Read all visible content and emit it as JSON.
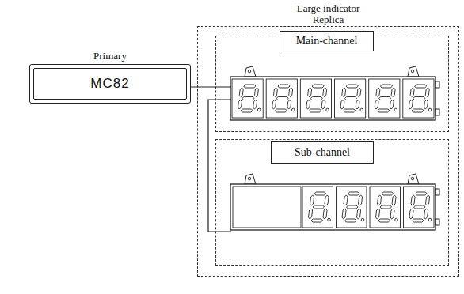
{
  "diagram": {
    "nodes": [
      {
        "text": [
          "Primary",
          "MC82"
        ]
      },
      {
        "text": [
          "Large indicator Replica"
        ]
      },
      {
        "text": [
          "Main-channel"
        ],
        "in": 1
      },
      {
        "text": [
          "Sub-channel"
        ],
        "in": 1
      }
    ],
    "edges": [
      {
        "from": 0,
        "to": 2,
        "arrow": "none"
      },
      {
        "from": 2,
        "to": 3,
        "arrow": "none"
      }
    ]
  }
}
